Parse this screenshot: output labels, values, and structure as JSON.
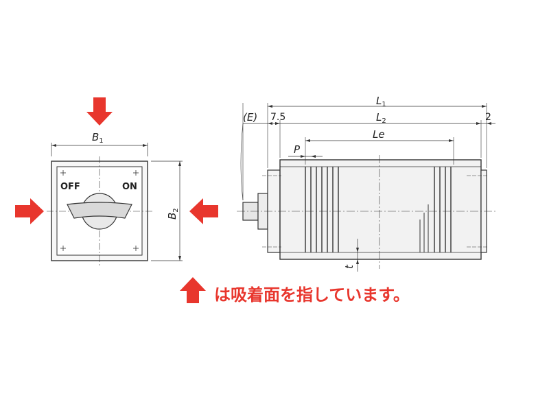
{
  "front_view": {
    "width_label": "B",
    "width_sub": "1",
    "height_label": "B",
    "height_sub": "2",
    "switch_off": "OFF",
    "switch_on": "ON"
  },
  "side_view": {
    "l1_label": "L",
    "l1_sub": "1",
    "l2_label": "L",
    "l2_sub": "2",
    "le_label": "Le",
    "e_label": "(E)",
    "offset_label": "7.5",
    "end_label": "2",
    "pitch_label": "P",
    "thickness_label": "t"
  },
  "legend": {
    "text": "は吸着面を指しています。"
  },
  "colors": {
    "arrow": "#e8362d",
    "line": "#333333",
    "body_fill": "#f2f2f2"
  }
}
